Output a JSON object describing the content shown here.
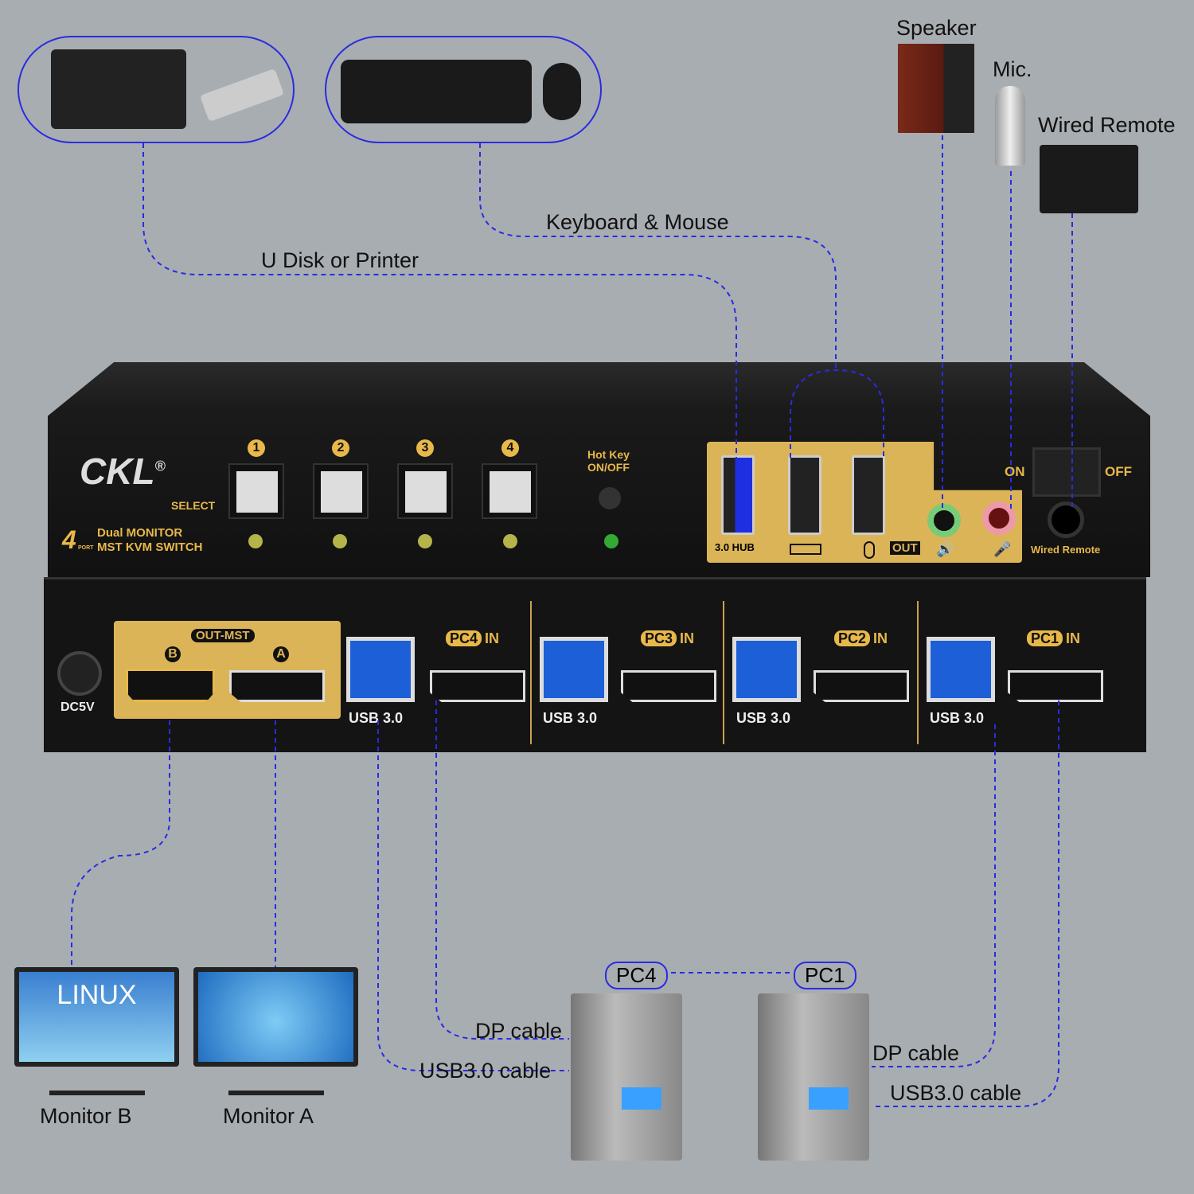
{
  "peripherals": {
    "usb_label": "U Disk or Printer",
    "kbm_label": "Keyboard & Mouse",
    "speaker": "Speaker",
    "mic": "Mic.",
    "wired_remote": "Wired Remote"
  },
  "front": {
    "logo": "CKL",
    "registered": "®",
    "select": "SELECT",
    "buttons": [
      "1",
      "2",
      "3",
      "4"
    ],
    "hotkey_line1": "Hot Key",
    "hotkey_line2": "ON/OFF",
    "port_count": "4",
    "port_word": "PORT",
    "product_line1": "Dual MONITOR",
    "product_line2": "MST KVM SWITCH",
    "hub": "3.0 HUB",
    "out": "OUT",
    "on": "ON",
    "off": "OFF",
    "remote": "Wired Remote"
  },
  "back": {
    "dc": "DC5V",
    "out_mst": "OUT-MST",
    "b": "B",
    "a": "A",
    "in": "IN",
    "usb": "USB 3.0",
    "pcs": [
      "PC4",
      "PC3",
      "PC2",
      "PC1"
    ]
  },
  "bottom": {
    "monitor_b": "Monitor B",
    "monitor_a": "Monitor A",
    "linux": "LINUX",
    "pc4": "PC4",
    "pc1": "PC1",
    "dp_cable": "DP cable",
    "usb_cable": "USB3.0 cable"
  },
  "colors": {
    "background": "#a8adb1",
    "cable": "#2b2be0",
    "accent_gold": "#e8b84a",
    "device": "#141414"
  }
}
